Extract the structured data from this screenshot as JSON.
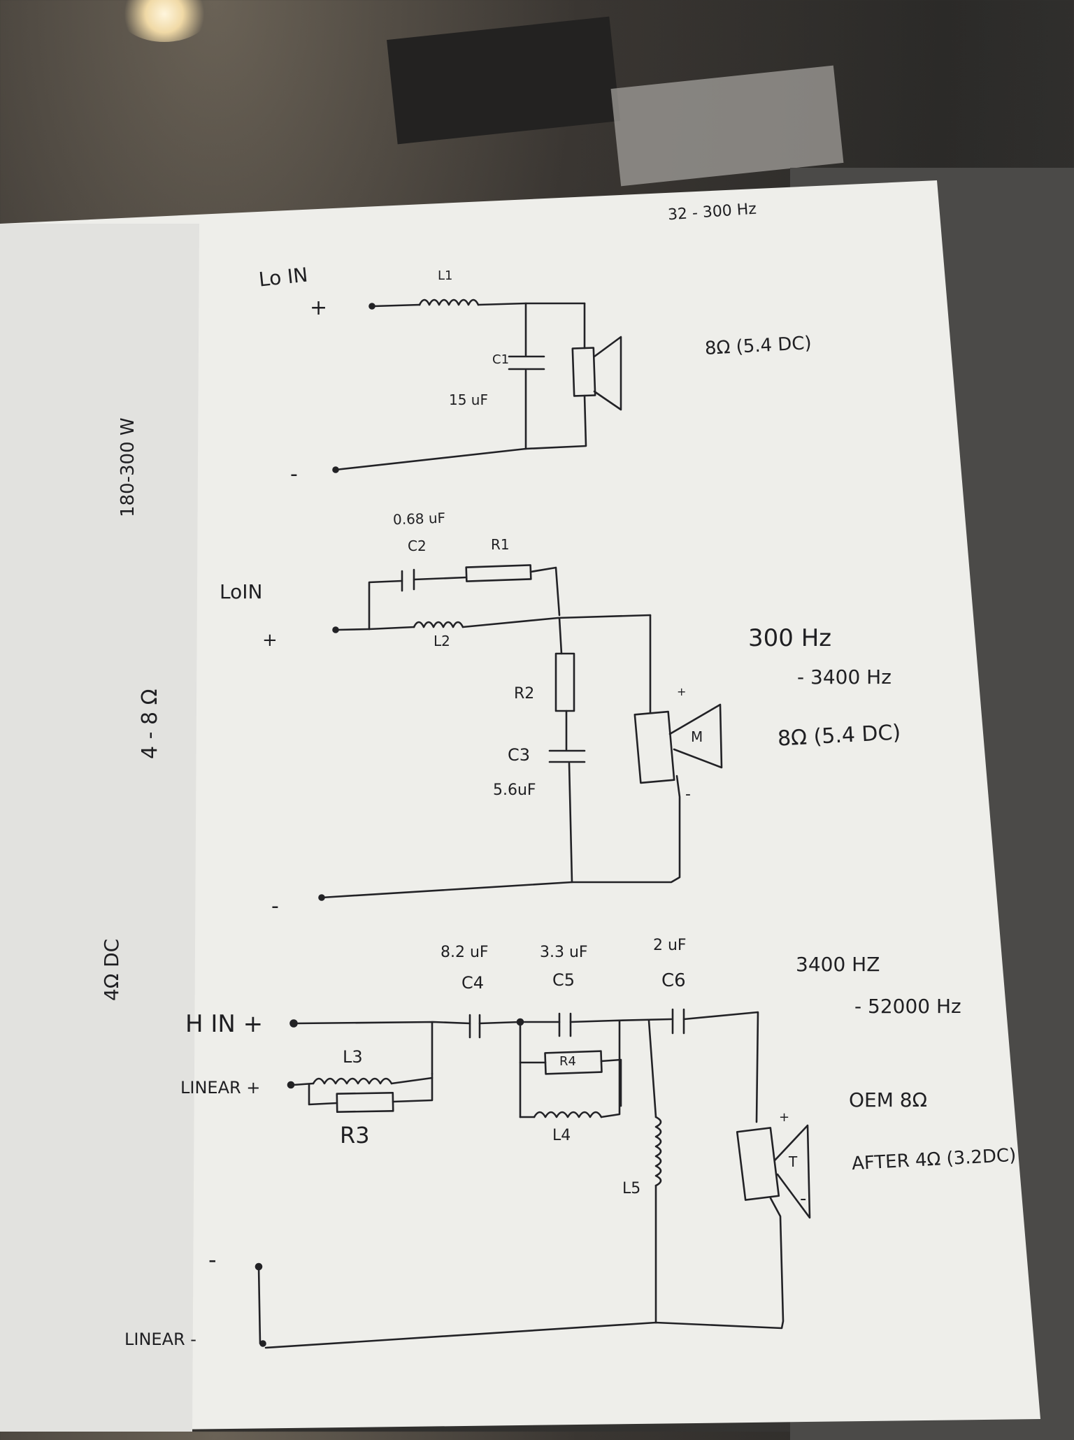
{
  "title_freq_low": "32 - 300 Hz",
  "impedance_low": "8Ω (5.4 DC)",
  "section1": {
    "input": "Lo IN",
    "plus": "+",
    "minus": "-",
    "L": "L1",
    "C": "C1",
    "C_val": "15 uF"
  },
  "section2": {
    "input": "LoIN",
    "plus": "+",
    "minus": "-",
    "C2_val": "0.68 uF",
    "C2": "C2",
    "R1": "R1",
    "L2": "L2",
    "R2": "R2",
    "C3": "C3",
    "C3_val": "5.6uF",
    "freq_a": "300 Hz",
    "freq_b": "- 3400 Hz",
    "impedance": "8Ω (5.4 DC)",
    "spk_plus": "+",
    "spk_minus": "-",
    "spk_label": "M"
  },
  "section3": {
    "hin": "H IN +",
    "linear_plus": "LINEAR +",
    "linear_minus": "LINEAR -",
    "gnd_minus": "-",
    "C4_val": "8.2 uF",
    "C4": "C4",
    "C5_val": "3.3 uF",
    "C5": "C5",
    "C6_val": "2 uF",
    "C6": "C6",
    "L3": "L3",
    "R3": "R3",
    "R4": "R4",
    "L4": "L4",
    "L5": "L5",
    "freq_a": "3400 HZ",
    "freq_b": "- 52000 Hz",
    "oem": "OEM 8Ω",
    "after": "AFTER 4Ω (3.2DC)",
    "spk_plus": "+",
    "spk_minus": "-",
    "spk_label": "T"
  },
  "margin": {
    "rot1": "180-300 W",
    "rot2": "4 - 8 Ω",
    "rot3": "4Ω DC"
  }
}
